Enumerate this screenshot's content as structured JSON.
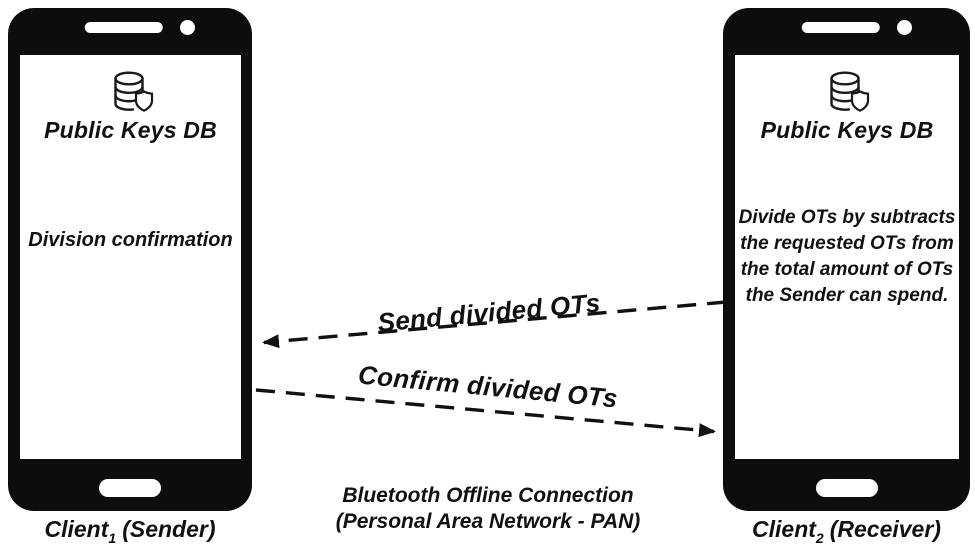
{
  "diagram": {
    "background": "#ffffff",
    "ink_color": "#111111",
    "client1": {
      "db_label": "Public Keys DB",
      "screen_note": "Division confirmation",
      "caption_name": "Client",
      "caption_sub": "1",
      "caption_role": "(Sender)"
    },
    "client2": {
      "db_label": "Public Keys DB",
      "screen_note_lines": [
        "Divide OTs by subtracts",
        "the requested OTs from",
        "the total amount of OTs",
        "the Sender can spend."
      ],
      "caption_name": "Client",
      "caption_sub": "2",
      "caption_role": "(Receiver)"
    },
    "arrows": {
      "send": {
        "label": "Send divided OTs",
        "direction": "client2-to-client1",
        "style": "dashed"
      },
      "confirm": {
        "label": "Confirm divided OTs",
        "direction": "client1-to-client2",
        "style": "dashed"
      }
    },
    "connection_caption": {
      "line1": "Bluetooth Offline Connection",
      "line2": "(Personal Area Network - PAN)"
    }
  }
}
